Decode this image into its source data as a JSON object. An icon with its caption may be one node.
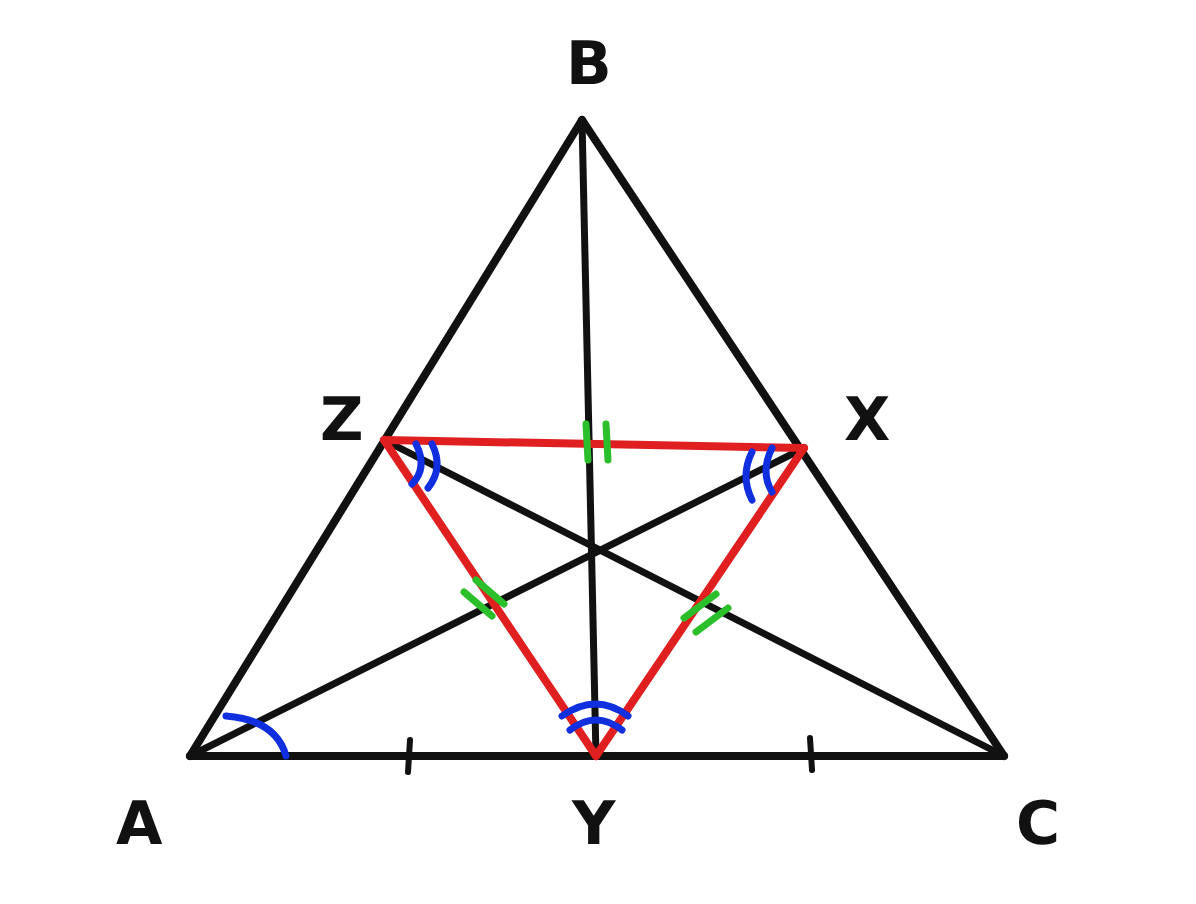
{
  "diagram": {
    "labels": [
      "B",
      "Z",
      "X",
      "A",
      "Y",
      "C"
    ]
  }
}
